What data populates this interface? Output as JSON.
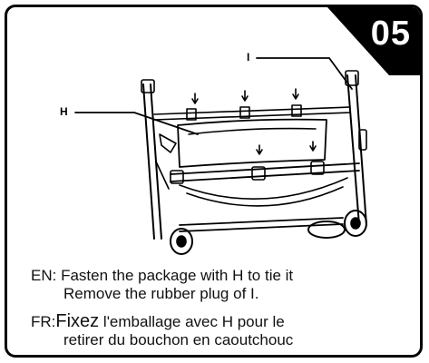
{
  "step_number": "05",
  "labels": {
    "h": "H",
    "i": "I"
  },
  "instructions": {
    "en_prefix": "EN:",
    "en_line1": "Fasten the package with H to tie it",
    "en_line2": "Remove the rubber plug of I.",
    "fr_prefix": "FR:",
    "fr_word": "Fixez",
    "fr_line1_rest": " l'emballage avec H pour le",
    "fr_line2": "retirer du bouchon en caoutchouc"
  },
  "colors": {
    "ink": "#000000",
    "background": "#ffffff"
  }
}
